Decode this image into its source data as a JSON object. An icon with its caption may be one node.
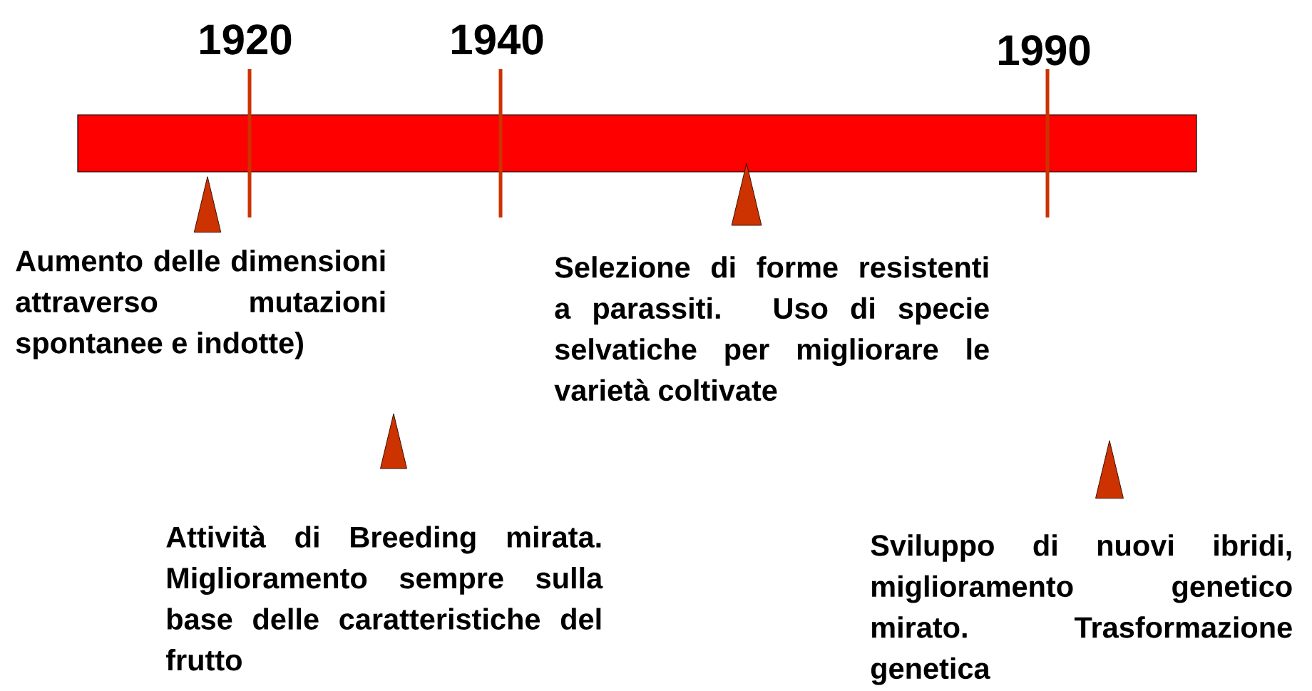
{
  "diagram": {
    "nodes": [
      {
        "text": [],
        "shape": "bar"
      },
      {
        "text": [],
        "shape": "triangle",
        "beside": [
          "Aumento delle dimensioni attraverso mutazioni spontanee e indotte)"
        ]
      },
      {
        "text": [],
        "shape": "triangle",
        "beside": [
          "Attività di Breeding mirata. Miglioramento sempre sulla base delle caratteristiche del frutto"
        ]
      },
      {
        "text": [],
        "shape": "triangle",
        "beside": [
          "Selezione di forme resistenti a parassiti. Uso di specie selvatiche per migliorare le varietà coltivate"
        ]
      },
      {
        "text": [],
        "shape": "triangle",
        "beside": [
          "Sviluppo di nuovi ibridi, miglioramento genetico mirato. Trasformazione genetica"
        ]
      }
    ],
    "labels": [
      "1920",
      "1940",
      "1990"
    ]
  }
}
